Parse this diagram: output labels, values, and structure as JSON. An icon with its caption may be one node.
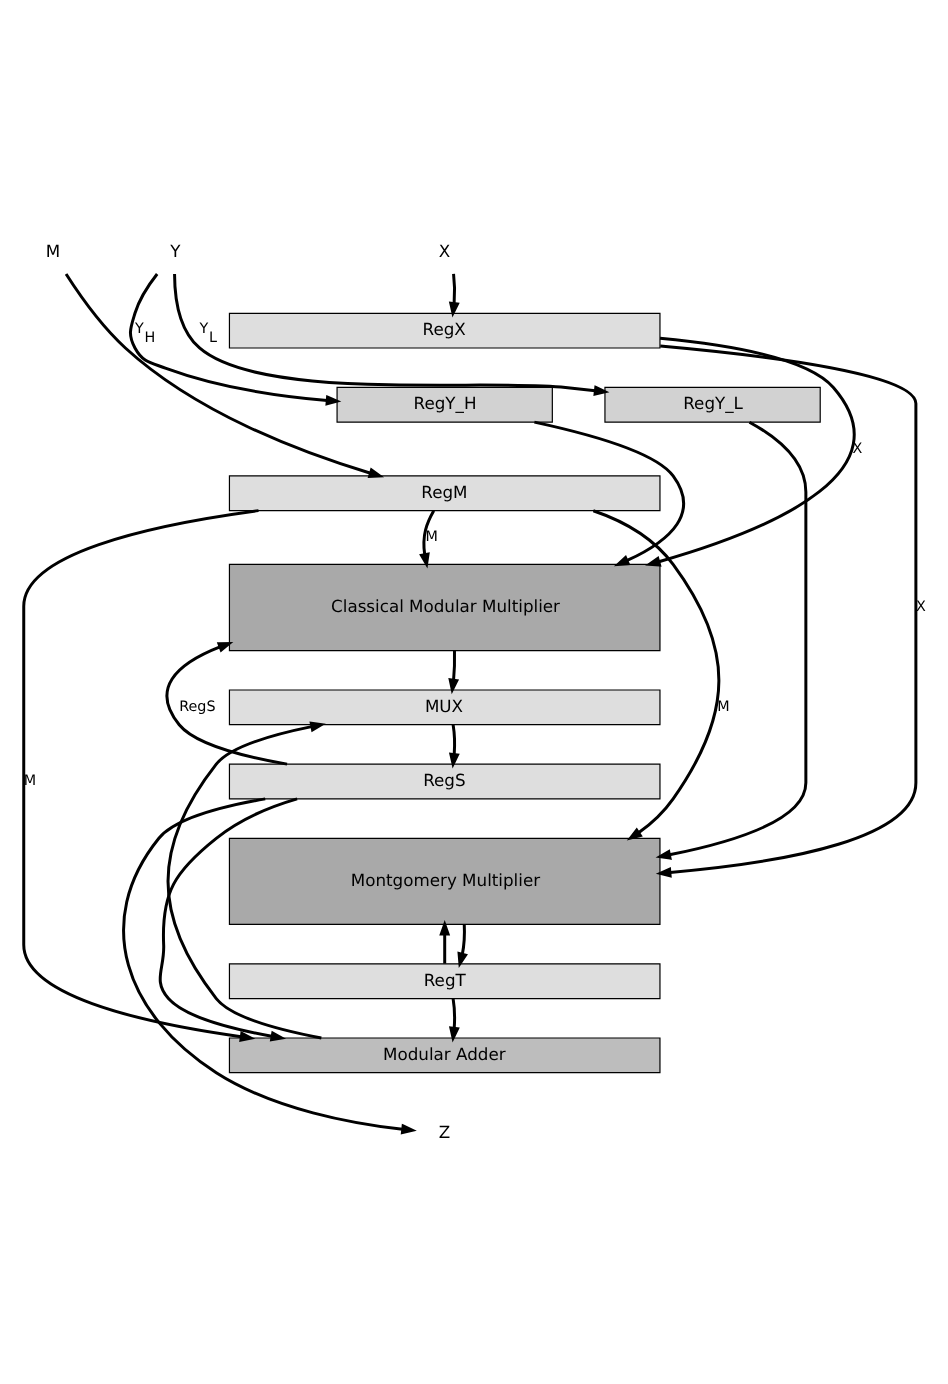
{
  "diagram": {
    "nodes": [
      {
        "text": [
          "M"
        ]
      },
      {
        "text": [
          "Y"
        ]
      },
      {
        "text": [
          "X"
        ]
      },
      {
        "text": [
          "RegX"
        ]
      },
      {
        "text": [
          "RegY_H"
        ]
      },
      {
        "text": [
          "RegY_L"
        ]
      },
      {
        "text": [
          "RegM"
        ]
      },
      {
        "text": [
          "Classical Modular Multiplier"
        ]
      },
      {
        "text": [
          "MUX"
        ]
      },
      {
        "text": [
          "RegS"
        ]
      },
      {
        "text": [
          "Montgomery Multiplier"
        ]
      },
      {
        "text": [
          "RegT"
        ]
      },
      {
        "text": [
          "Modular Adder"
        ]
      },
      {
        "text": [
          "Z"
        ]
      }
    ],
    "edges": [
      {
        "from": 0,
        "to": 6,
        "arrow": "to"
      },
      {
        "from": 1,
        "to": 4,
        "arrow": "to",
        "label": "Y$_{H}$"
      },
      {
        "from": 1,
        "to": 5,
        "arrow": "to",
        "label": "Y$_{L}$"
      },
      {
        "from": 2,
        "to": 3,
        "arrow": "to"
      },
      {
        "from": 3,
        "to": 7,
        "arrow": "to",
        "label": "X"
      },
      {
        "from": 3,
        "to": 10,
        "arrow": "to",
        "label": "X"
      },
      {
        "from": 6,
        "to": 7,
        "arrow": "to",
        "label": "M"
      },
      {
        "from": 6,
        "to": 10,
        "arrow": "to",
        "label": "M"
      },
      {
        "from": 6,
        "to": 12,
        "arrow": "to",
        "label": "M"
      },
      {
        "from": 4,
        "to": 7,
        "arrow": "to"
      },
      {
        "from": 5,
        "to": 10,
        "arrow": "to"
      },
      {
        "from": 9,
        "to": 7,
        "arrow": "to",
        "label": "RegS"
      },
      {
        "from": 7,
        "to": 8,
        "arrow": "to"
      },
      {
        "from": 8,
        "to": 9,
        "arrow": "to"
      },
      {
        "from": 12,
        "to": 8,
        "arrow": "to"
      },
      {
        "from": 11,
        "to": 10,
        "arrow": "to"
      },
      {
        "from": 10,
        "to": 11,
        "arrow": "to"
      },
      {
        "from": 9,
        "to": 12,
        "arrow": "to"
      },
      {
        "from": 9,
        "to": 13,
        "arrow": "to"
      },
      {
        "from": 11,
        "to": 12,
        "arrow": "to"
      }
    ]
  }
}
